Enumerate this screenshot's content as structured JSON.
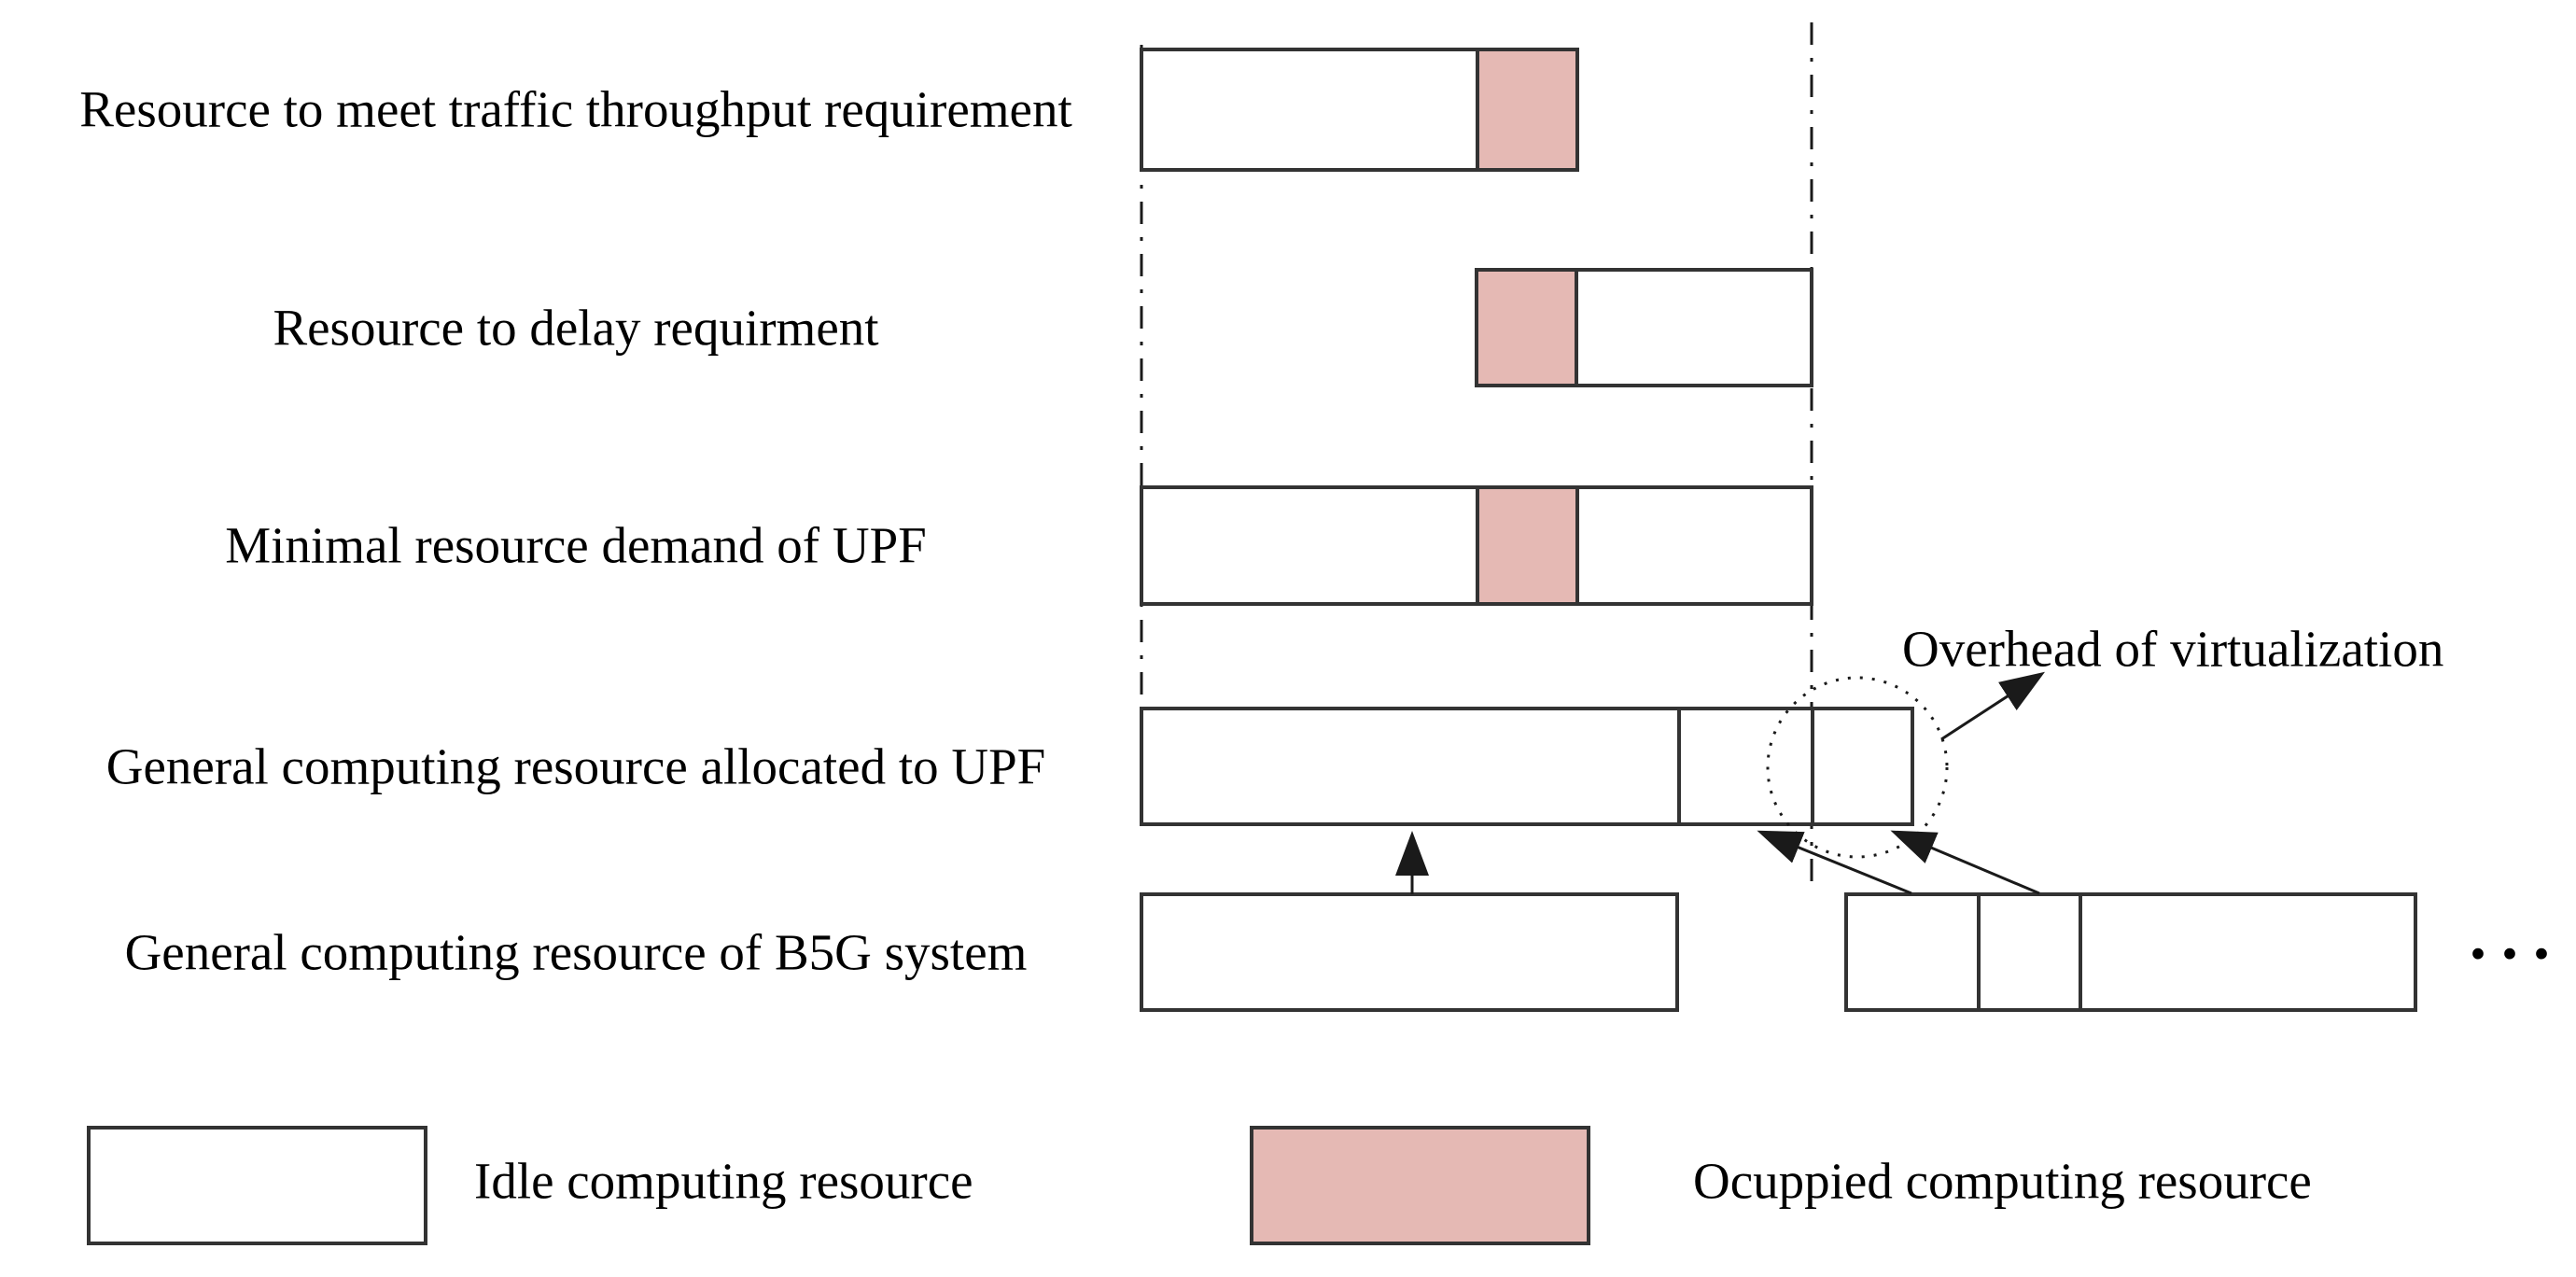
{
  "figure": {
    "rows": [
      {
        "label": "Resource to meet traffic throughput requirement",
        "segments": [
          "idle",
          "occupied"
        ]
      },
      {
        "label": "Resource to delay requirment",
        "segments": [
          "occupied",
          "idle"
        ]
      },
      {
        "label": "Minimal resource demand of UPF",
        "segments": [
          "idle",
          "occupied",
          "idle"
        ]
      },
      {
        "label": "General computing resource allocated to UPF",
        "segments": [
          "idle",
          "idle",
          "overhead"
        ]
      },
      {
        "label": "General computing resource of B5G system",
        "segments": [
          "idle"
        ],
        "segments_right_bar": [
          "idle",
          "idle",
          "idle"
        ]
      }
    ],
    "annotations": {
      "overhead_label": "Overhead of virtualization",
      "ellipsis": "···"
    },
    "legend": {
      "idle_label": "Idle computing resource",
      "occupied_label": "Ocuppied computing resource"
    },
    "colors": {
      "occupied_fill": "#e5b9b4",
      "idle_fill": "#ffffff",
      "border": "#333333",
      "line": "#1a1a1a"
    }
  }
}
